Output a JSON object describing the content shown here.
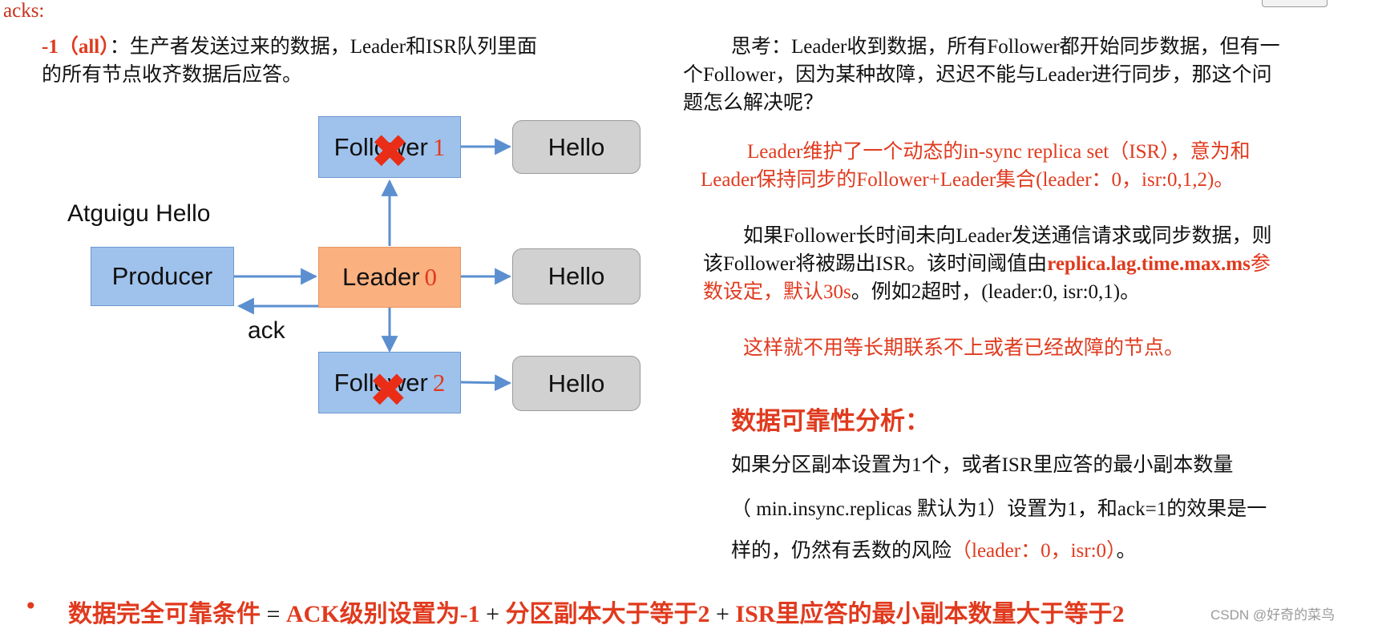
{
  "header": {
    "title": "acks:"
  },
  "left": {
    "desc_prefix": "-1（all）",
    "desc_line1": "：生产者发送过来的数据，Leader和ISR队列里面",
    "desc_line2": "的所有节点收齐数据后应答。"
  },
  "diagram": {
    "message_label": "Atguigu Hello",
    "producer": "Producer",
    "leader": {
      "label": "Leader",
      "num": "0"
    },
    "follower1": {
      "label": "Follower",
      "num": "1"
    },
    "follower2": {
      "label": "Follower",
      "num": "2"
    },
    "hello": "Hello",
    "ack": "ack",
    "colors": {
      "blue": "#9fc2ec",
      "orange": "#fbb07f",
      "gray": "#d1d1d1",
      "arrow": "#5b8fd0",
      "cross": "#ea2d16"
    }
  },
  "right": {
    "think_line1": "思考：Leader收到数据，所有Follower都开始同步数据，但有一",
    "think_line2": "个Follower，因为某种故障，迟迟不能与Leader进行同步，那这个问",
    "think_line3": "题怎么解决呢？",
    "isr_line1": "Leader维护了一个动态的in-sync replica set（ISR），意为和",
    "isr_line2": "Leader保持同步的Follower+Leader集合(leader：0，isr:0,1,2)。",
    "kick_line1": "如果Follower长时间未向Leader发送通信请求或同步数据，则",
    "kick_line2_a": "该Follower将被踢出ISR。该时间阈值由",
    "kick_line2_b": "replica.lag.time.max.ms",
    "kick_line2_c": "参",
    "kick_line3_a": "数设定，默认30s",
    "kick_line3_b": "。例如2超时，(leader:0, isr:0,1)。",
    "result_line": "这样就不用等长期联系不上或者已经故障的节点。",
    "analysis_title": "数据可靠性分析：",
    "analysis_line1": "如果分区副本设置为1个，或者ISR里应答的最小副本数量",
    "analysis_line2": "（ min.insync.replicas 默认为1）设置为1，和ack=1的效果是一",
    "analysis_line3_a": "样的，仍然有丢数的风险",
    "analysis_line3_b": "（leader：0，isr:0）",
    "analysis_line3_c": "。"
  },
  "bottom": {
    "bullet": "•",
    "part1": "数据完全可靠条件",
    "part2": " = ",
    "part3": "ACK级别设置为-1",
    "part4": " + ",
    "part5": "分区副本大于等于2",
    "part6": " + ",
    "part7": "ISR里应答的最小副本数量大于等于2"
  },
  "watermark": "CSDN @好奇的菜鸟"
}
